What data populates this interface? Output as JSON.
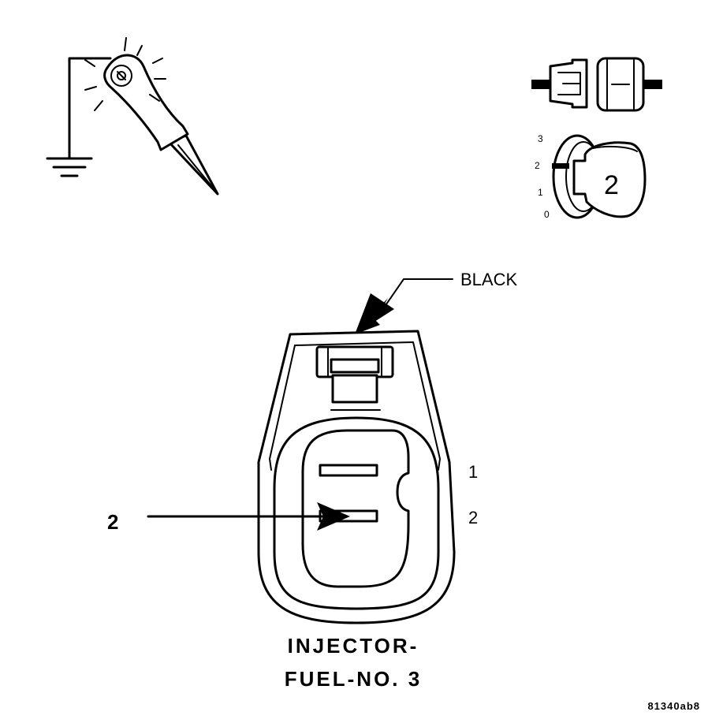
{
  "labels": {
    "wire_color": "BLACK",
    "pointer_number": "2",
    "pin_1": "1",
    "pin_2": "2",
    "connector_name_line1": "INJECTOR-",
    "connector_name_line2": "FUEL-NO. 3",
    "figure_code": "81340ab8"
  },
  "ignition_switch": {
    "positions": [
      "3",
      "2",
      "1",
      "0"
    ],
    "key_number": "2"
  },
  "icons": {
    "test_light": "test-light-icon",
    "ground": "ground-icon",
    "connector_disconnected": "connector-disconnected-icon",
    "ignition_key": "ignition-key-icon"
  }
}
